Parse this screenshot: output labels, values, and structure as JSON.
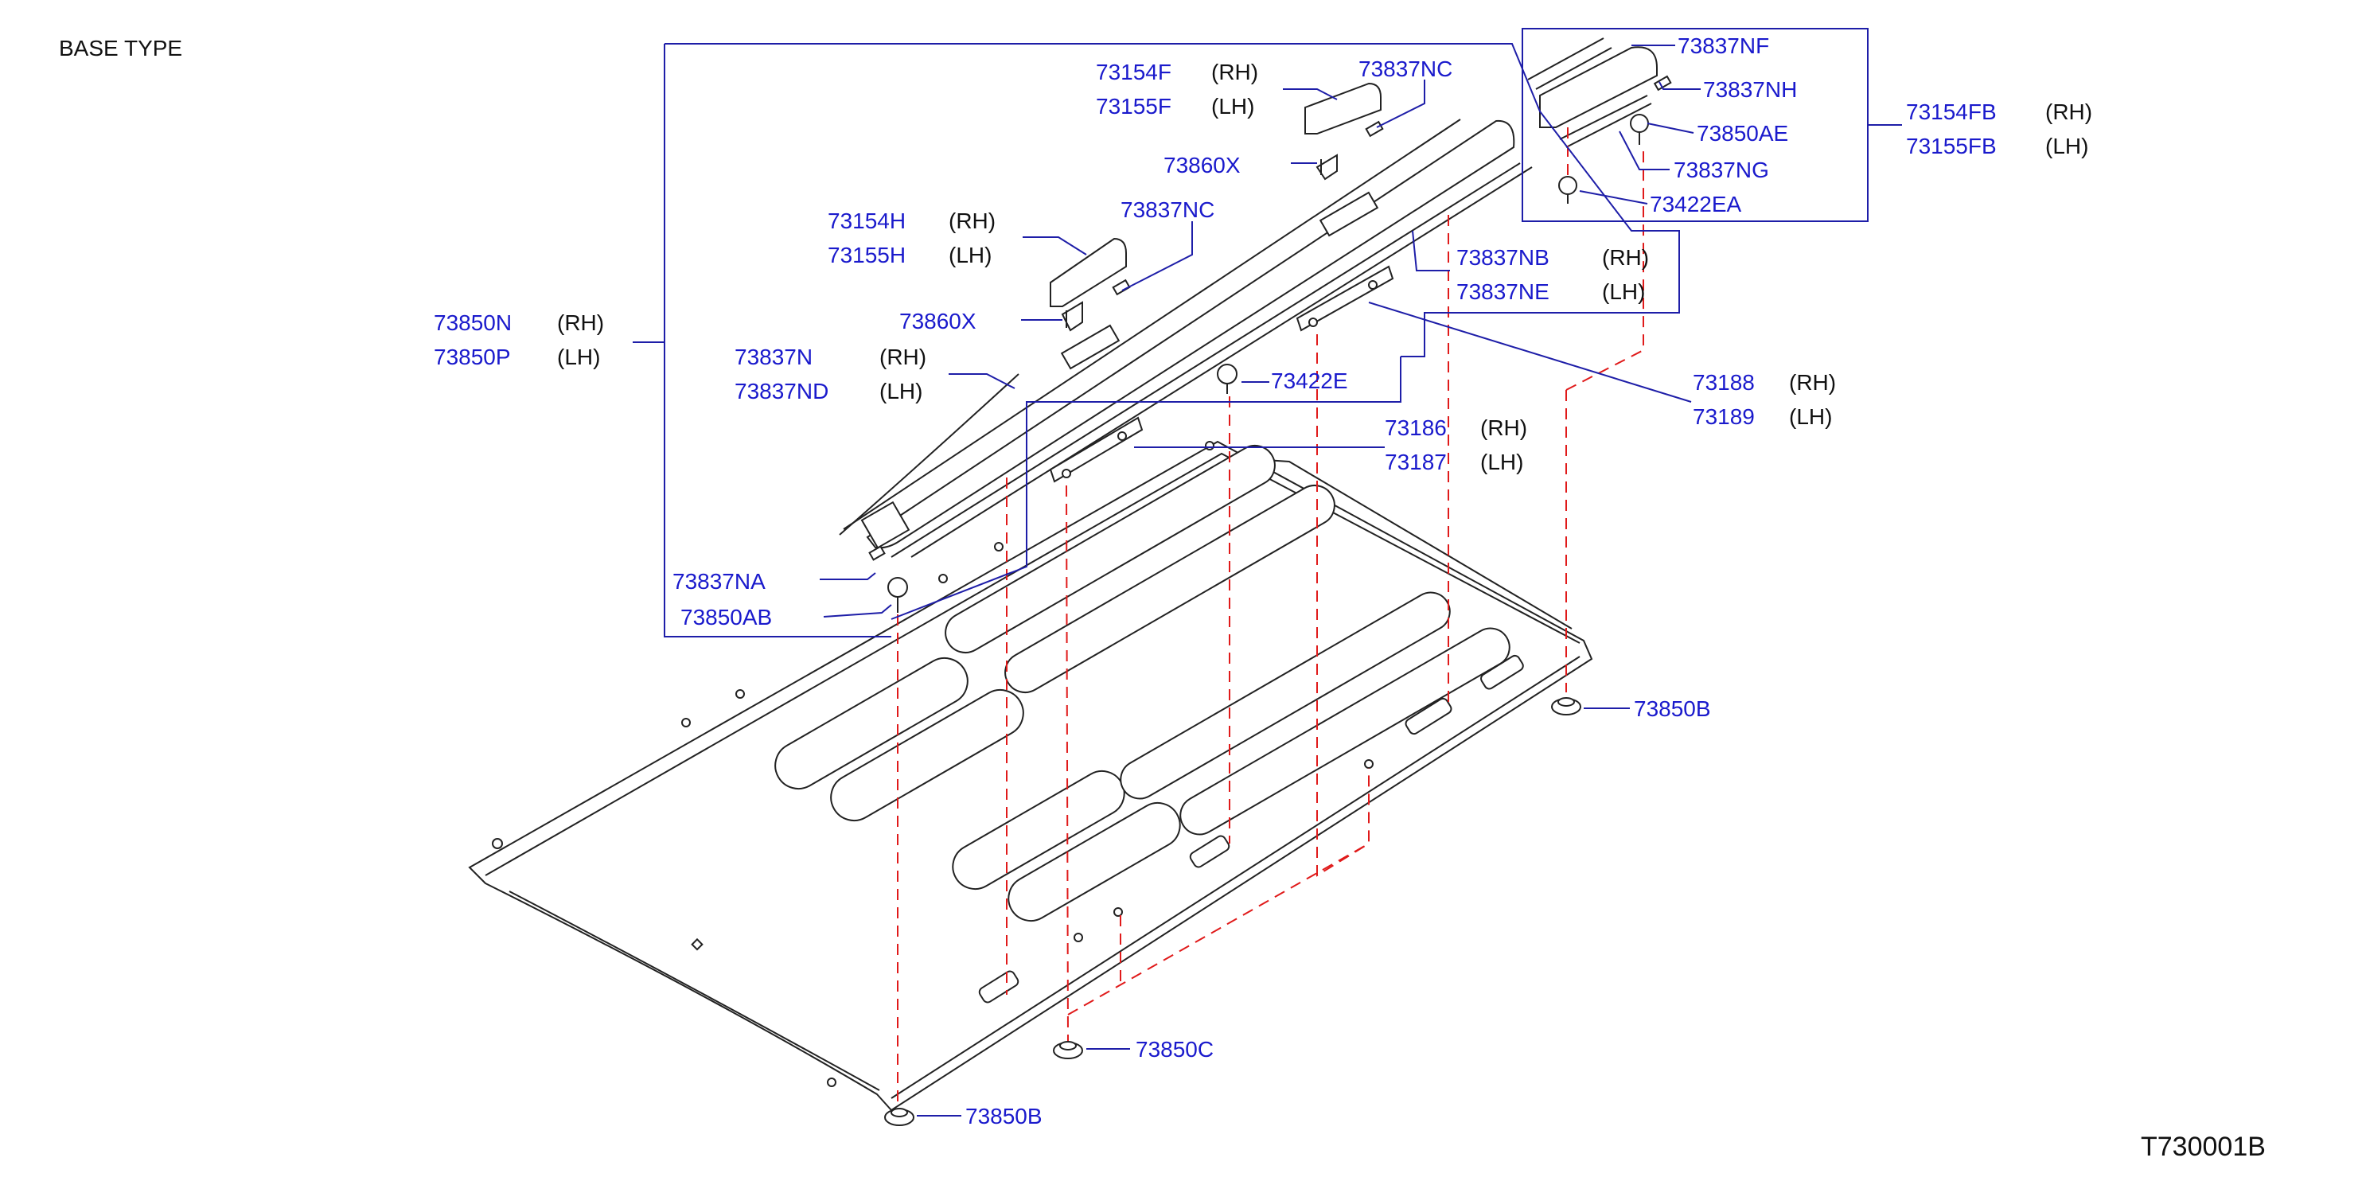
{
  "header": {
    "base_type": "BASE   TYPE",
    "figure_code": "T730001B"
  },
  "colors": {
    "callout": "#1a1acc",
    "leader": "#1e1ea8",
    "hidden_line": "#e01a1a",
    "part_outline": "#222222"
  },
  "labels": {
    "p73154F": "73154F",
    "p73154F_side": "(RH)",
    "p73155F": "73155F",
    "p73155F_side": "(LH)",
    "p73837NC_a": "73837NC",
    "p73860X_a": "73860X",
    "p73154H": "73154H",
    "p73154H_side": "(RH)",
    "p73155H": "73155H",
    "p73155H_side": "(LH)",
    "p73837NC_b": "73837NC",
    "p73860X_b": "73860X",
    "p73850N": "73850N",
    "p73850N_side": "(RH)",
    "p73850P": "73850P",
    "p73850P_side": "(LH)",
    "p73837N": "73837N",
    "p73837N_side": "(RH)",
    "p73837ND": "73837ND",
    "p73837ND_side": "(LH)",
    "p73837NA": "73837NA",
    "p73850AB": "73850AB",
    "p73422E": "73422E",
    "p73186": "73186",
    "p73186_side": "(RH)",
    "p73187": "73187",
    "p73187_side": "(LH)",
    "p73837NB": "73837NB",
    "p73837NB_side": "(RH)",
    "p73837NE": "73837NE",
    "p73837NE_side": "(LH)",
    "p73188": "73188",
    "p73188_side": "(RH)",
    "p73189": "73189",
    "p73189_side": "(LH)",
    "p73837NF": "73837NF",
    "p73837NH": "73837NH",
    "p73850AE": "73850AE",
    "p73837NG": "73837NG",
    "p73422EA": "73422EA",
    "p73154FB": "73154FB",
    "p73154FB_side": "(RH)",
    "p73155FB": "73155FB",
    "p73155FB_side": "(LH)",
    "p73850B_a": "73850B",
    "p73850C": "73850C",
    "p73850B_b": "73850B"
  }
}
